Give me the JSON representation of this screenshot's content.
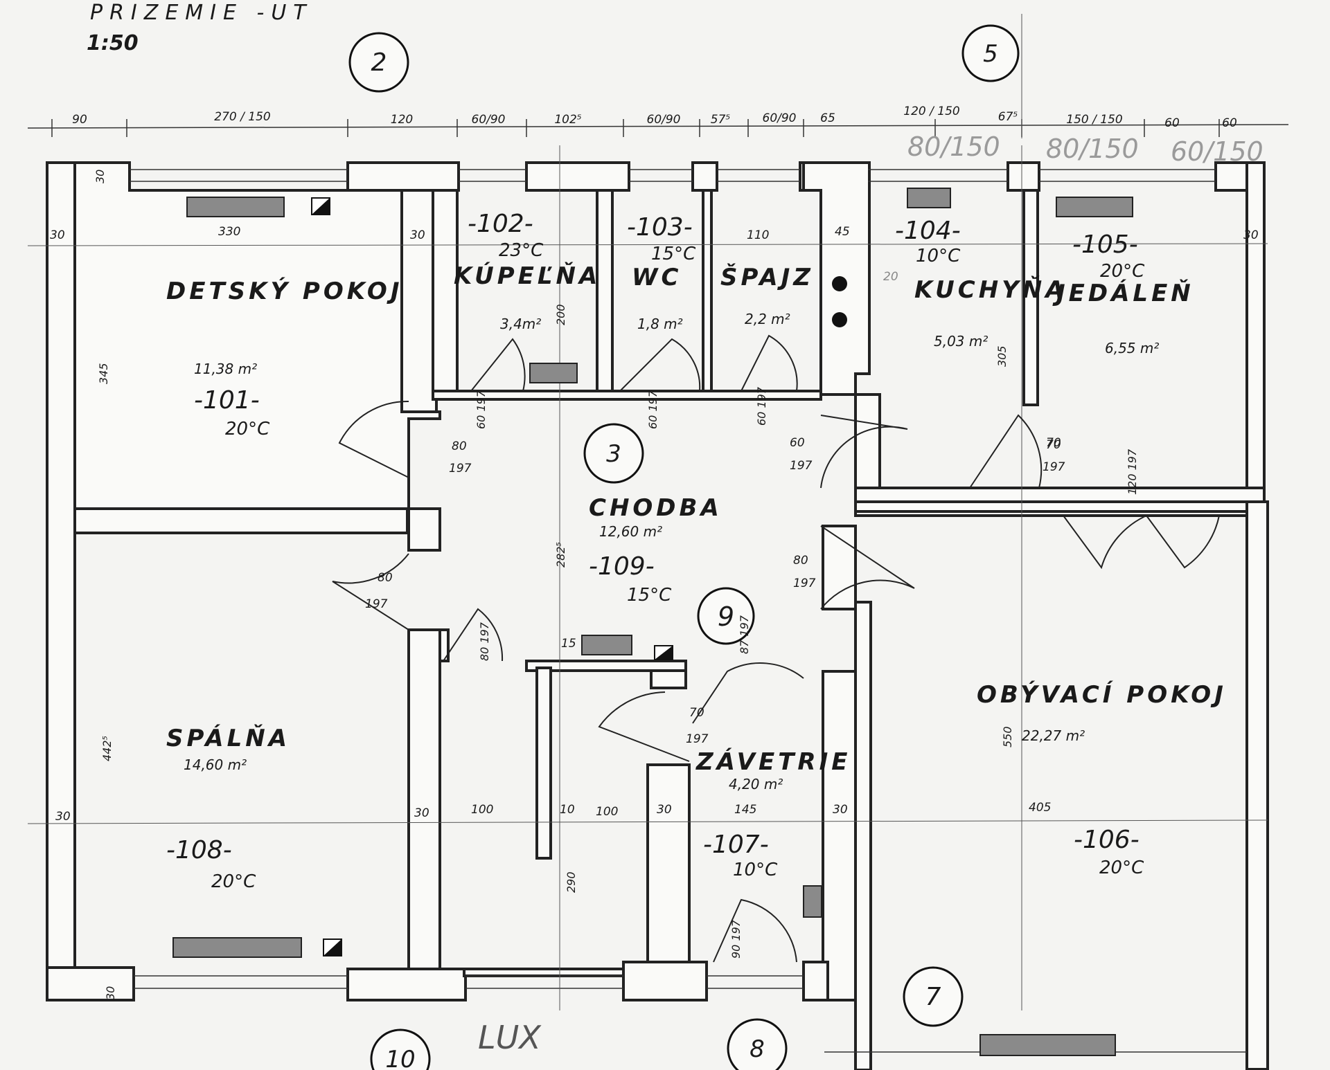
{
  "header": {
    "title": "PRIZEMIE -UT",
    "scale": "1:50"
  },
  "axis_tags": [
    "2",
    "5",
    "3",
    "9",
    "7",
    "8",
    "10"
  ],
  "top_dimensions": [
    "90",
    "270 / 150",
    "120",
    "60/90",
    "102⁵",
    "60/90",
    "57⁵",
    "60/90",
    "65",
    "120 / 150",
    "67⁵",
    "150 / 150",
    "60",
    "60"
  ],
  "window_marks": [
    "80/150",
    "80/150",
    "60/150"
  ],
  "rooms": [
    {
      "number": "-101-",
      "name": "DETSKÝ POKOJ",
      "area": "11,38 m²",
      "temp": "20°C"
    },
    {
      "number": "-102-",
      "name": "KÚPEĽŇA",
      "area": "3,4m²",
      "temp": "23°C"
    },
    {
      "number": "-103-",
      "name": "WC",
      "area": "1,8 m²",
      "temp": "15°C"
    },
    {
      "number": "",
      "name": "ŠPAJZ",
      "area": "2,2 m²",
      "temp": ""
    },
    {
      "number": "-104-",
      "name": "KUCHYŇA",
      "area": "5,03 m²",
      "temp": "10°C"
    },
    {
      "number": "-105-",
      "name": "JEDÁLEŇ",
      "area": "6,55 m²",
      "temp": "20°C"
    },
    {
      "number": "-106-",
      "name": "OBÝVACÍ POKOJ",
      "area": "22,27 m²",
      "temp": "20°C"
    },
    {
      "number": "-107-",
      "name": "ZÁVETRIE",
      "area": "4,20 m²",
      "temp": "10°C"
    },
    {
      "number": "-108-",
      "name": "SPÁLŇA",
      "area": "14,60 m²",
      "temp": "20°C"
    },
    {
      "number": "-109-",
      "name": "CHODBA",
      "area": "12,60 m²",
      "temp": "15°C"
    }
  ],
  "dimensions": {
    "d330": "330",
    "d30a": "30",
    "d30b": "30",
    "d30c": "30",
    "d30d": "30",
    "d30e": "30",
    "d30f": "30",
    "d30g": "30",
    "d30h": "30",
    "d30i": "30",
    "d45": "45",
    "d110": "110",
    "d200": "200",
    "d345": "345",
    "d305": "305",
    "d4425": "442⁵",
    "d2825": "282⁵",
    "d290": "290",
    "d550": "550",
    "d100a": "100",
    "d100b": "100",
    "d10": "10",
    "d145": "145",
    "d405": "405",
    "d70": "70",
    "d15": "15",
    "d20": "20",
    "door80a": "80",
    "door197a": "197",
    "door80b": "80",
    "door197b": "197",
    "door60a": "60",
    "door197c": "197",
    "door80c": "80",
    "door197d": "197",
    "door70a": "70",
    "door197e": "197",
    "door70b": "70",
    "door197f": "197",
    "door60b": "60 197",
    "door60c": "60 197",
    "door60d": "60 197",
    "door80d": "80 197",
    "door90": "90 197",
    "door120": "120 197",
    "door87": "87 197"
  },
  "signature": "LUX",
  "colors": {
    "paper": "#f4f4f2",
    "ink": "#1a1a1a",
    "radiator": "#8a8a8a"
  }
}
